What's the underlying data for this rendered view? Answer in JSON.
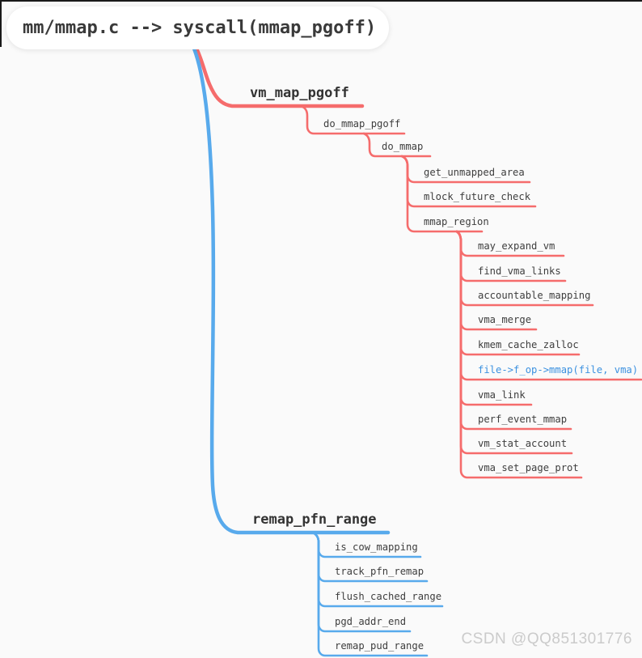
{
  "root": {
    "label": "mm/mmap.c --> syscall(mmap_pgoff)"
  },
  "colors": {
    "red": "#f56c6c",
    "blue": "#58aaec",
    "blue_text": "#3c91e0",
    "text": "#3e3e3e",
    "edge": "#191919",
    "watermark": "#cbcbcb"
  },
  "watermark": {
    "label": "CSDN @QQ851301776"
  },
  "tree": {
    "branches": [
      {
        "label": "vm_map_pgoff",
        "color": "#f56c6c",
        "children": [
          {
            "label": "do_mmap_pgoff",
            "children": [
              {
                "label": "do_mmap",
                "children": [
                  {
                    "label": "get_unmapped_area"
                  },
                  {
                    "label": "mlock_future_check"
                  },
                  {
                    "label": "mmap_region",
                    "children": [
                      {
                        "label": "may_expand_vm"
                      },
                      {
                        "label": "find_vma_links"
                      },
                      {
                        "label": "accountable_mapping"
                      },
                      {
                        "label": "vma_merge"
                      },
                      {
                        "label": "kmem_cache_zalloc"
                      },
                      {
                        "label": "file->f_op->mmap(file, vma)"
                      },
                      {
                        "label": "vma_link"
                      },
                      {
                        "label": "perf_event_mmap"
                      },
                      {
                        "label": "vm_stat_account"
                      },
                      {
                        "label": "vma_set_page_prot"
                      }
                    ]
                  }
                ]
              }
            ]
          }
        ]
      },
      {
        "label": "remap_pfn_range",
        "color": "#58aaec",
        "children": [
          {
            "label": "is_cow_mapping"
          },
          {
            "label": "track_pfn_remap"
          },
          {
            "label": "flush_cached_range"
          },
          {
            "label": "pgd_addr_end"
          },
          {
            "label": "remap_pud_range"
          }
        ]
      }
    ]
  }
}
